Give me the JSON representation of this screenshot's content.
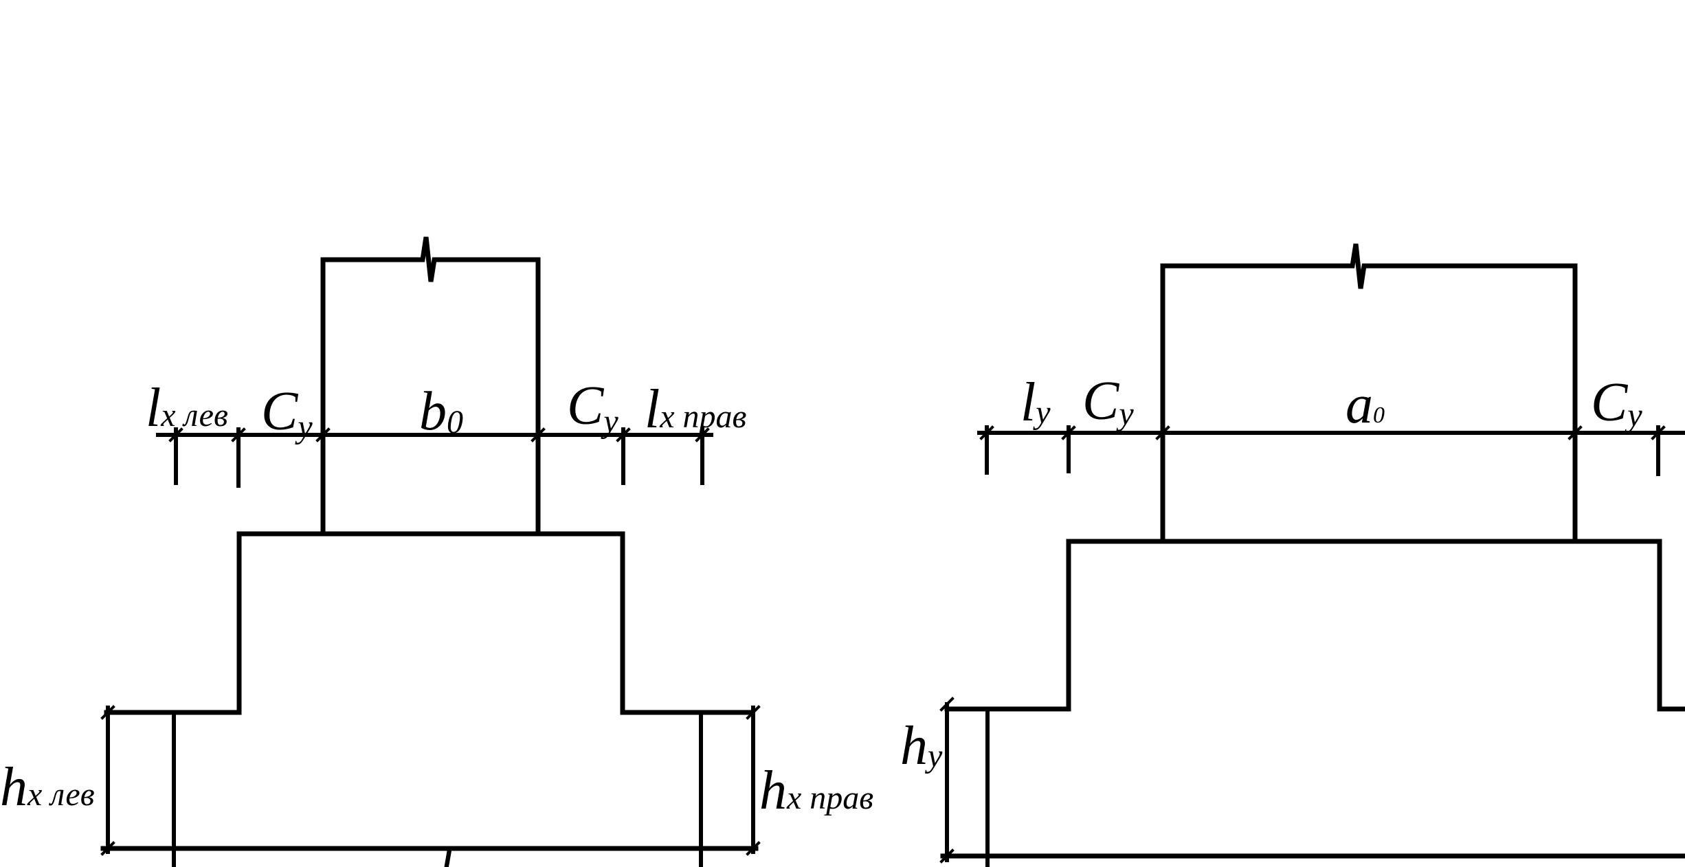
{
  "labels": {
    "lx_lev": {
      "main": "l",
      "sub": "x лев"
    },
    "cy_1": {
      "main": "C",
      "sub": "y"
    },
    "b0": {
      "main": "b",
      "sub": "0"
    },
    "cy_2": {
      "main": "C",
      "sub": "y"
    },
    "lx_prav": {
      "main": "l",
      "sub": "x прав"
    },
    "hx_lev": {
      "main": "h",
      "sub": "x лев"
    },
    "hx_prav": {
      "main": "h",
      "sub": "x прав"
    },
    "l_bottom": {
      "main": "l",
      "sub": ""
    },
    "ly": {
      "main": "l",
      "sub": "y"
    },
    "cy_3": {
      "main": "C",
      "sub": "y"
    },
    "a0": {
      "main": "a",
      "sub": "0"
    },
    "cy_4": {
      "main": "C",
      "sub": "y"
    },
    "hy": {
      "main": "h",
      "sub": "y"
    }
  },
  "colors": {
    "line": "#000000",
    "background": "#ffffff"
  }
}
